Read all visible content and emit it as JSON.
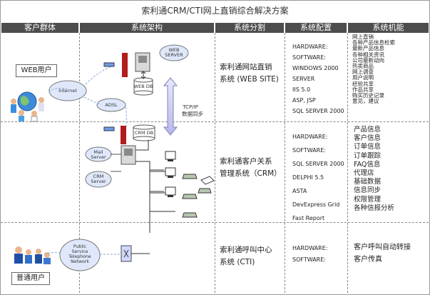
{
  "title": "索利通CRM/CTI网上直销综合解决方案",
  "headers": [
    "客户群体",
    "系统架构",
    "系统分割",
    "系统配置",
    "系统机能"
  ],
  "customers": {
    "web_user": "WEB用户",
    "normal_user": "普通用户"
  },
  "architecture": {
    "web_server": "WEB\nSERVER",
    "web_db": "WEB DB",
    "internet": "Internet",
    "adsl": "ADSL",
    "tcpip": "TCP/IP",
    "sync": "数据同步",
    "crm_db": "CRM DB",
    "mail_server": "Mail\nServer",
    "crm_server": "CRM\nServer",
    "pstn": "Public\nService\nTelephone\nNetwork"
  },
  "systems": [
    {
      "name_line1": "索利通网站直销",
      "name_line2": "系统 (WEB SITE)",
      "config": [
        "HARDWARE:",
        "SOFTWARE:",
        "WINDOWS 2000",
        "SERVER",
        "IIS 5.0",
        "ASP, JSP",
        "SQL SERVER 2000"
      ],
      "functions": [
        "网上直销",
        "各种产品信息检索",
        "最新产品信息",
        "各种相关资讯",
        "公司最新动向",
        "热卖商品",
        "网上调查",
        "用户说明",
        "经验共享",
        "作品共享",
        "购买历史记录",
        "意见，建议"
      ]
    },
    {
      "name_line1": "索利通客户关系",
      "name_line2": "管理系统（CRM）",
      "config": [
        "HARDWARE:",
        "SOFTWARE:",
        "SQL SERVER 2000",
        "DELPHI 5.5",
        "ASTA",
        "DevExpress Grid",
        "Fast Report"
      ],
      "functions": [
        "产品信息",
        "客户信息",
        "订单信息",
        "订单跟踪",
        "FAQ信息",
        "代理店",
        "基础数据",
        "信息同步",
        "权限管理",
        "各种信报分析"
      ]
    },
    {
      "name_line1": "索利通呼叫中心",
      "name_line2": "系统 (CTI)",
      "config": [
        "HARDWARE:",
        "SOFTWARE:"
      ],
      "functions": [
        "客户呼叫自动转接",
        "客户传真"
      ]
    }
  ],
  "colors": {
    "header_bg": "#4d4d4d",
    "cloud": "#dfe8fb",
    "firewall": "#b11c1c",
    "arrow": "#c9c9ef"
  }
}
